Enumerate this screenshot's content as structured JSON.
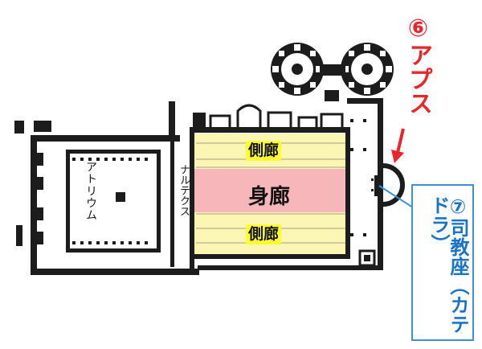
{
  "labels": {
    "atrium": "アトリウム",
    "narthex": "ナルテクス",
    "aisle_top": "側廊",
    "nave": "身廊",
    "aisle_bottom": "側廊",
    "apse": "⑥アプス",
    "cathedra": "⑦司教座（カテドラ）"
  },
  "colors": {
    "aisle_fill": "#fbf6b4",
    "nave_fill": "#f7b6b9",
    "label_highlight": "#ffff33",
    "apse_accent": "#e8262b",
    "cathedra_accent": "#3d8fd6",
    "wall_ink": "#1c1c1c"
  }
}
